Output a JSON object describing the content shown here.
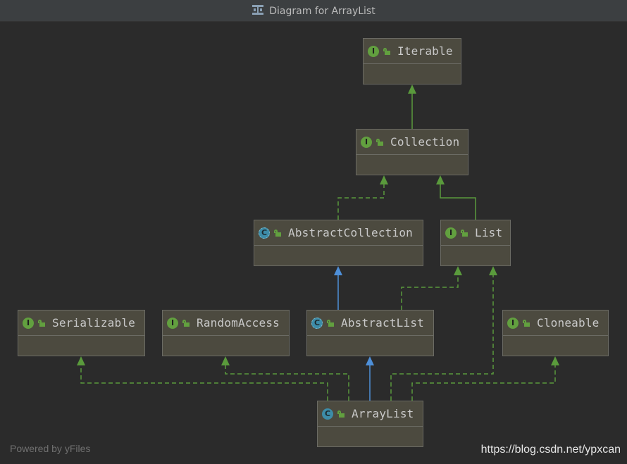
{
  "window": {
    "title": "Diagram for ArrayList",
    "icon": "diagram-icon"
  },
  "nodes": {
    "iterable": {
      "name": "Iterable",
      "kind": "I"
    },
    "collection": {
      "name": "Collection",
      "kind": "I"
    },
    "abstract_collection": {
      "name": "AbstractCollection",
      "kind": "C"
    },
    "list": {
      "name": "List",
      "kind": "I"
    },
    "serializable": {
      "name": "Serializable",
      "kind": "I"
    },
    "random_access": {
      "name": "RandomAccess",
      "kind": "I"
    },
    "abstract_list": {
      "name": "AbstractList",
      "kind": "C"
    },
    "cloneable": {
      "name": "Cloneable",
      "kind": "I"
    },
    "array_list": {
      "name": "ArrayList",
      "kind": "C"
    }
  },
  "colors": {
    "background": "#2b2b2b",
    "node_fill": "#4c4a3f",
    "implements_edge": "#5a9a3c",
    "extends_edge": "#4e8fd8",
    "interface_badge": "#62a03f",
    "class_badge": "#3d8ca8"
  },
  "footer": {
    "powered_by": "Powered by yFiles",
    "watermark": "https://blog.csdn.net/ypxcan"
  }
}
